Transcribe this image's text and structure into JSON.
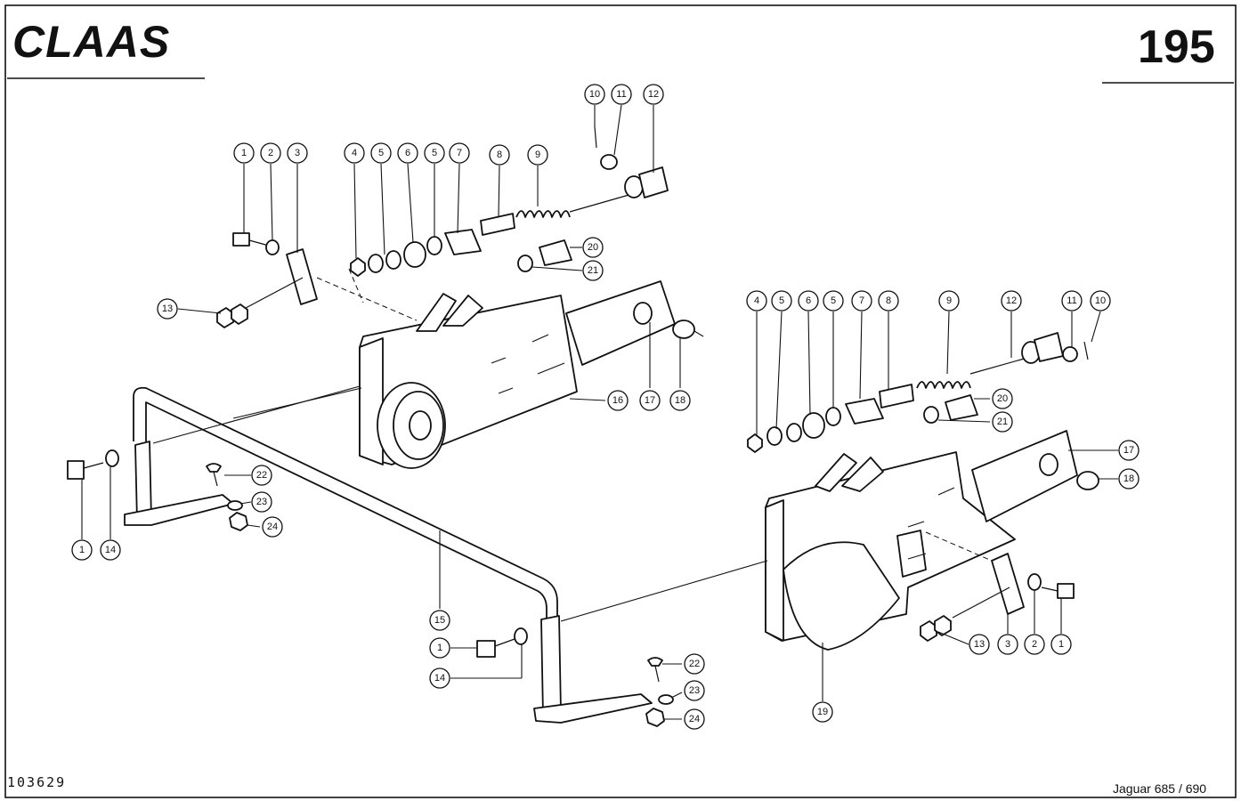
{
  "header": {
    "logo_text": "CLAAS",
    "page_number": "195"
  },
  "footer": {
    "doc_number": "103629",
    "model": "Jaguar 685 / 690"
  },
  "callouts": {
    "c1": "1",
    "c2": "2",
    "c3": "3",
    "c4": "4",
    "c5": "5",
    "c6": "6",
    "c7": "7",
    "c8": "8",
    "c9": "9",
    "c10": "10",
    "c11": "11",
    "c12": "12",
    "c13": "13",
    "c14": "14",
    "c15": "15",
    "c16": "16",
    "c17": "17",
    "c18": "18",
    "c19": "19",
    "c20": "20",
    "c21": "21",
    "c22": "22",
    "c23": "23",
    "c24": "24"
  }
}
